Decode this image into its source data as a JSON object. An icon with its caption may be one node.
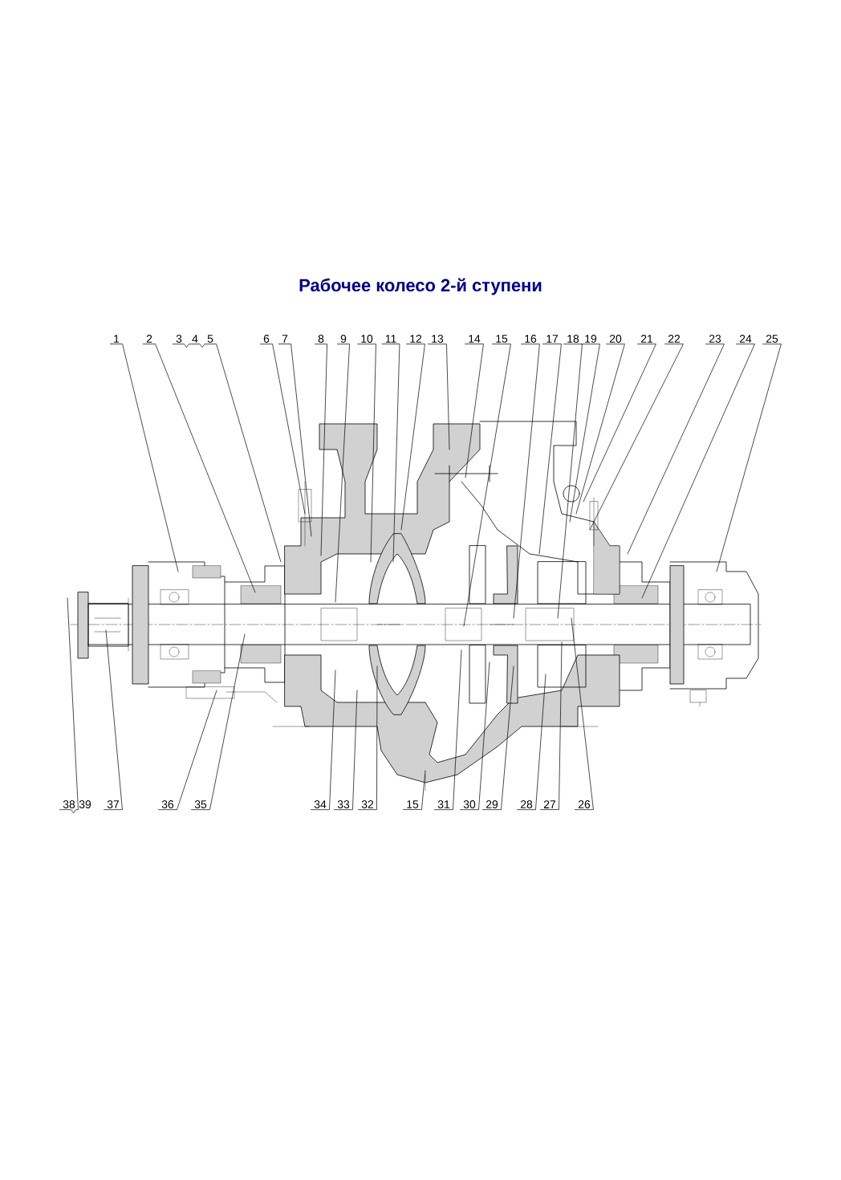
{
  "diagram": {
    "title": "Рабочее колесо 2-й ступени",
    "nodes": [
      {
        "text": [
          "1"
        ]
      },
      {
        "text": [
          "2"
        ]
      },
      {
        "text": [
          "3"
        ]
      },
      {
        "text": [
          "4"
        ]
      },
      {
        "text": [
          "5"
        ]
      },
      {
        "text": [
          "6"
        ]
      },
      {
        "text": [
          "7"
        ]
      },
      {
        "text": [
          "8"
        ]
      },
      {
        "text": [
          "9"
        ]
      },
      {
        "text": [
          "10"
        ]
      },
      {
        "text": [
          "11"
        ]
      },
      {
        "text": [
          "12"
        ]
      },
      {
        "text": [
          "13"
        ]
      },
      {
        "text": [
          "14"
        ]
      },
      {
        "text": [
          "15"
        ]
      },
      {
        "text": [
          "16"
        ]
      },
      {
        "text": [
          "17"
        ]
      },
      {
        "text": [
          "18"
        ]
      },
      {
        "text": [
          "19"
        ]
      },
      {
        "text": [
          "20"
        ]
      },
      {
        "text": [
          "21"
        ]
      },
      {
        "text": [
          "22"
        ]
      },
      {
        "text": [
          "23"
        ]
      },
      {
        "text": [
          "24"
        ]
      },
      {
        "text": [
          "25"
        ]
      },
      {
        "text": [
          "38"
        ]
      },
      {
        "text": [
          "39"
        ]
      },
      {
        "text": [
          "37"
        ]
      },
      {
        "text": [
          "36"
        ]
      },
      {
        "text": [
          "35"
        ]
      },
      {
        "text": [
          "34"
        ]
      },
      {
        "text": [
          "33"
        ]
      },
      {
        "text": [
          "32"
        ]
      },
      {
        "text": [
          "15"
        ]
      },
      {
        "text": [
          "31"
        ]
      },
      {
        "text": [
          "30"
        ]
      },
      {
        "text": [
          "29"
        ]
      },
      {
        "text": [
          "28"
        ]
      },
      {
        "text": [
          "27"
        ]
      },
      {
        "text": [
          "26"
        ]
      }
    ],
    "edges": [
      {
        "from": 0,
        "to": null,
        "arrow": "none"
      },
      {
        "from": 1,
        "to": null,
        "arrow": "none"
      },
      {
        "from": 2,
        "to": null,
        "arrow": "none"
      },
      {
        "from": 3,
        "to": null,
        "arrow": "none"
      },
      {
        "from": 4,
        "to": null,
        "arrow": "none"
      },
      {
        "from": 5,
        "to": null,
        "arrow": "none"
      },
      {
        "from": 6,
        "to": null,
        "arrow": "none"
      },
      {
        "from": 7,
        "to": null,
        "arrow": "none"
      },
      {
        "from": 8,
        "to": null,
        "arrow": "none"
      },
      {
        "from": 9,
        "to": null,
        "arrow": "none"
      },
      {
        "from": 10,
        "to": null,
        "arrow": "none"
      },
      {
        "from": 11,
        "to": null,
        "arrow": "none"
      },
      {
        "from": 12,
        "to": null,
        "arrow": "none"
      },
      {
        "from": 13,
        "to": null,
        "arrow": "none"
      },
      {
        "from": 14,
        "to": null,
        "arrow": "none"
      },
      {
        "from": 15,
        "to": null,
        "arrow": "none"
      },
      {
        "from": 16,
        "to": null,
        "arrow": "none"
      },
      {
        "from": 17,
        "to": null,
        "arrow": "none"
      },
      {
        "from": 18,
        "to": null,
        "arrow": "none"
      },
      {
        "from": 19,
        "to": null,
        "arrow": "none"
      },
      {
        "from": 20,
        "to": null,
        "arrow": "none"
      },
      {
        "from": 21,
        "to": null,
        "arrow": "none"
      },
      {
        "from": 22,
        "to": null,
        "arrow": "none"
      },
      {
        "from": 23,
        "to": null,
        "arrow": "none"
      },
      {
        "from": 24,
        "to": null,
        "arrow": "none"
      },
      {
        "from": 25,
        "to": null,
        "arrow": "none"
      },
      {
        "from": 26,
        "to": null,
        "arrow": "none"
      },
      {
        "from": 27,
        "to": null,
        "arrow": "none"
      },
      {
        "from": 28,
        "to": null,
        "arrow": "none"
      },
      {
        "from": 29,
        "to": null,
        "arrow": "none"
      },
      {
        "from": 30,
        "to": null,
        "arrow": "none"
      },
      {
        "from": 31,
        "to": null,
        "arrow": "none"
      },
      {
        "from": 32,
        "to": null,
        "arrow": "none"
      },
      {
        "from": 33,
        "to": null,
        "arrow": "none"
      },
      {
        "from": 34,
        "to": null,
        "arrow": "none"
      },
      {
        "from": 35,
        "to": null,
        "arrow": "none"
      },
      {
        "from": 36,
        "to": null,
        "arrow": "none"
      },
      {
        "from": 37,
        "to": null,
        "arrow": "none"
      },
      {
        "from": 38,
        "to": null,
        "arrow": "none"
      },
      {
        "from": 39,
        "to": null,
        "arrow": "none"
      }
    ]
  }
}
